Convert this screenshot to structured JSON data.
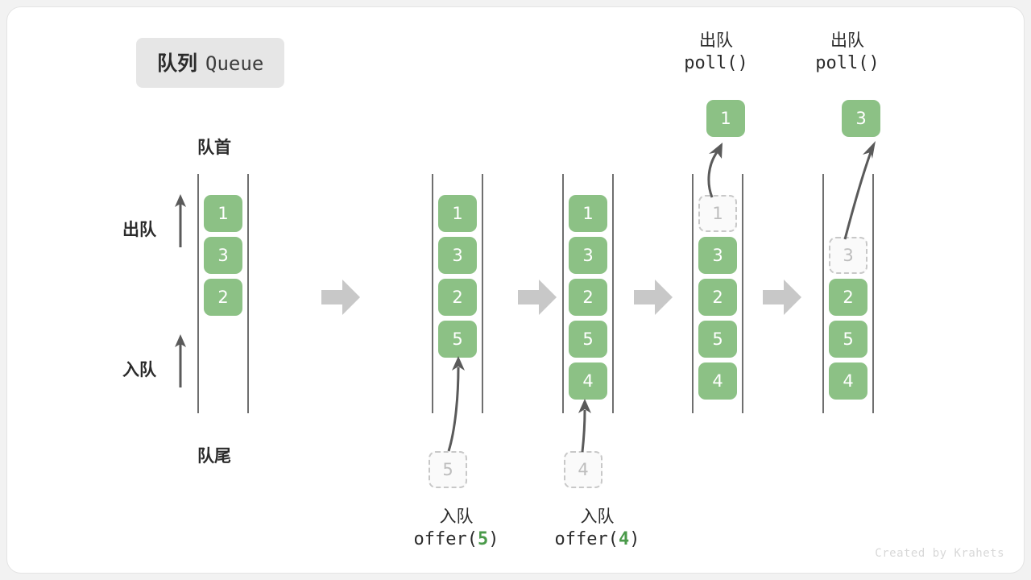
{
  "title": {
    "cn": "队列",
    "en": "Queue"
  },
  "labels": {
    "head": "队首",
    "tail": "队尾",
    "dequeue": "出队",
    "enqueue": "入队"
  },
  "operations": {
    "offer5": {
      "cn": "入队",
      "fn": "offer(",
      "arg": "5",
      "close": ")"
    },
    "offer4": {
      "cn": "入队",
      "fn": "offer(",
      "arg": "4",
      "close": ")"
    },
    "poll1": {
      "cn": "出队",
      "fn": "poll()"
    },
    "poll2": {
      "cn": "出队",
      "fn": "poll()"
    }
  },
  "states": [
    {
      "id": "state-1",
      "cells": [
        "1",
        "3",
        "2"
      ]
    },
    {
      "id": "state-2",
      "cells": [
        "1",
        "3",
        "2",
        "5"
      ],
      "incoming": "5"
    },
    {
      "id": "state-3",
      "cells": [
        "1",
        "3",
        "2",
        "5",
        "4"
      ],
      "incoming": "4"
    },
    {
      "id": "state-4",
      "cells": [
        "3",
        "2",
        "5",
        "4"
      ],
      "removed": "1"
    },
    {
      "id": "state-5",
      "cells": [
        "2",
        "5",
        "4"
      ],
      "removed": "3"
    }
  ],
  "popped": {
    "first": "1",
    "second": "3"
  },
  "footer": "Created by Krahets",
  "colors": {
    "cell_fill": "#8cc185",
    "cell_text": "#ffffff",
    "ghost_border": "#c8c8c8",
    "ghost_text": "#bdbdbd",
    "rail": "#6f6f6f",
    "accent_green": "#4a9a4a",
    "arrow_gray": "#c8c8c8",
    "badge_bg": "#e6e6e6"
  }
}
